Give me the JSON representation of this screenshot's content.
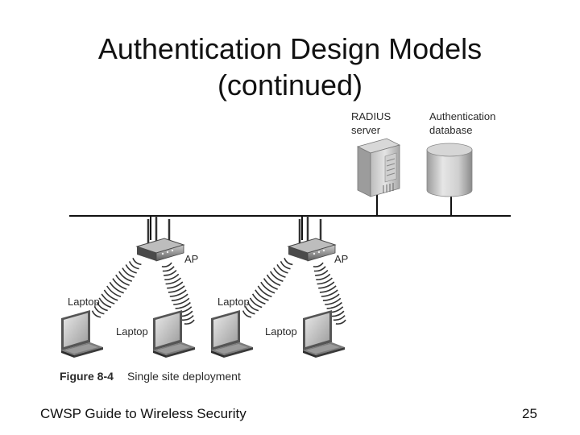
{
  "slide": {
    "title_line1": "Authentication Design Models",
    "title_line2": "(continued)",
    "footer_text": "CWSP Guide to Wireless Security",
    "page_number": "25"
  },
  "figure": {
    "radius_label_line1": "RADIUS",
    "radius_label_line2": "server",
    "auth_label_line1": "Authentication",
    "auth_label_line2": "database",
    "ap_label": "AP",
    "laptop_label": "Laptop",
    "caption_number": "Figure 8-4",
    "caption_text": "Single site deployment"
  }
}
